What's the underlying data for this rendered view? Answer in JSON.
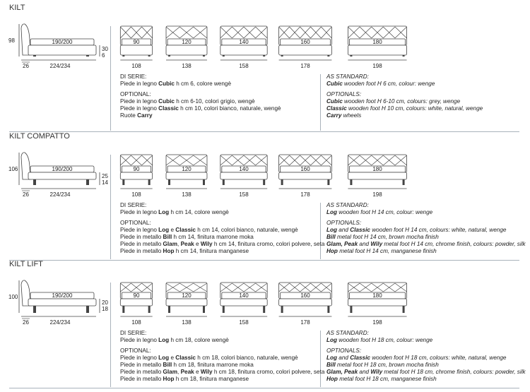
{
  "sections": [
    {
      "title": "KILT",
      "height": "98",
      "mattress": "190/200",
      "headboard_depth": "26",
      "length": "224/234",
      "right_dims": [
        "30",
        "6"
      ],
      "fronts": [
        {
          "mattress": "90",
          "width": "108"
        },
        {
          "mattress": "120",
          "width": "138"
        },
        {
          "mattress": "140",
          "width": "158"
        },
        {
          "mattress": "160",
          "width": "178"
        },
        {
          "mattress": "180",
          "width": "198"
        }
      ],
      "it": [
        [
          {
            "t": "DI SERIE:"
          }
        ],
        [
          {
            "t": "Piede in legno "
          },
          {
            "t": "Cubic",
            "b": true
          },
          {
            "t": " h cm 6, colore wengè"
          }
        ],
        "gap",
        [
          {
            "t": "OPTIONAL:"
          }
        ],
        [
          {
            "t": "Piede in legno "
          },
          {
            "t": "Cubic",
            "b": true
          },
          {
            "t": " h cm 6-10, colori grigio, wengè"
          }
        ],
        [
          {
            "t": "Piede in legno "
          },
          {
            "t": "Classic",
            "b": true
          },
          {
            "t": " h cm 10, colori bianco, naturale, wengè"
          }
        ],
        [
          {
            "t": "Ruote "
          },
          {
            "t": "Carry",
            "b": true
          }
        ]
      ],
      "en": [
        [
          {
            "t": "AS STANDARD:"
          }
        ],
        [
          {
            "t": "Cubic",
            "b": true
          },
          {
            "t": " wooden foot H 6 cm, colour: wenge"
          }
        ],
        "gap",
        [
          {
            "t": "OPTIONALS:"
          }
        ],
        [
          {
            "t": "Cubic",
            "b": true
          },
          {
            "t": " wooden foot H 6-10 cm, colours: grey, wenge"
          }
        ],
        [
          {
            "t": "Classic",
            "b": true
          },
          {
            "t": " wooden foot H 10 cm, colours: white, natural, wenge"
          }
        ],
        [
          {
            "t": "Carry",
            "b": true
          },
          {
            "t": " wheels"
          }
        ]
      ]
    },
    {
      "title": "KILT COMPATTO",
      "height": "106",
      "mattress": "190/200",
      "headboard_depth": "26",
      "length": "224/234",
      "right_dims": [
        "25",
        "14"
      ],
      "fronts": [
        {
          "mattress": "90",
          "width": "108"
        },
        {
          "mattress": "120",
          "width": "138"
        },
        {
          "mattress": "140",
          "width": "158"
        },
        {
          "mattress": "160",
          "width": "178"
        },
        {
          "mattress": "180",
          "width": "198"
        }
      ],
      "it": [
        [
          {
            "t": "DI SERIE:"
          }
        ],
        [
          {
            "t": "Piede in legno "
          },
          {
            "t": "Log",
            "b": true
          },
          {
            "t": " h cm 14, colore wengè"
          }
        ],
        "gap",
        [
          {
            "t": "OPTIONAL:"
          }
        ],
        [
          {
            "t": "Piede in legno "
          },
          {
            "t": "Log",
            "b": true
          },
          {
            "t": " e "
          },
          {
            "t": "Classic",
            "b": true
          },
          {
            "t": " h cm 14, colori bianco, naturale, wengè"
          }
        ],
        [
          {
            "t": "Piede in metallo "
          },
          {
            "t": "Bill",
            "b": true
          },
          {
            "t": " h cm 14, finitura marrone moka"
          }
        ],
        [
          {
            "t": "Piede in metallo "
          },
          {
            "t": "Glam",
            "b": true
          },
          {
            "t": ", "
          },
          {
            "t": "Peak",
            "b": true
          },
          {
            "t": " e "
          },
          {
            "t": "Wily",
            "b": true
          },
          {
            "t": " h cm 14, finitura cromo, colori polvere, seta"
          }
        ],
        [
          {
            "t": "Piede in metallo "
          },
          {
            "t": "Hop",
            "b": true
          },
          {
            "t": " h cm 14, finitura manganese"
          }
        ]
      ],
      "en": [
        [
          {
            "t": "AS STANDARD:"
          }
        ],
        [
          {
            "t": "Log",
            "b": true
          },
          {
            "t": " wooden foot H 14 cm, colour: wenge"
          }
        ],
        "gap",
        [
          {
            "t": "OPTIONALS:"
          }
        ],
        [
          {
            "t": "Log",
            "b": true
          },
          {
            "t": " and "
          },
          {
            "t": "Classic",
            "b": true
          },
          {
            "t": " wooden foot H 14 cm, colours: white, natural, wenge"
          }
        ],
        [
          {
            "t": "Bill",
            "b": true
          },
          {
            "t": " metal foot H 14 cm, brown mocha finish"
          }
        ],
        [
          {
            "t": "Glam, Peak",
            "b": true
          },
          {
            "t": " and "
          },
          {
            "t": "Wily",
            "b": true
          },
          {
            "t": " metal foot H 14 cm, chrome finish, colours: powder, silk"
          }
        ],
        [
          {
            "t": "Hop",
            "b": true
          },
          {
            "t": " metal foot H 14 cm, manganese finish"
          }
        ]
      ]
    },
    {
      "title": "KILT LIFT",
      "height": "100",
      "mattress": "190/200",
      "headboard_depth": "26",
      "length": "224/234",
      "right_dims": [
        "20",
        "18"
      ],
      "fronts": [
        {
          "mattress": "90",
          "width": "108"
        },
        {
          "mattress": "120",
          "width": "138"
        },
        {
          "mattress": "140",
          "width": "158"
        },
        {
          "mattress": "160",
          "width": "178"
        },
        {
          "mattress": "180",
          "width": "198"
        }
      ],
      "it": [
        [
          {
            "t": "DI SERIE:"
          }
        ],
        [
          {
            "t": "Piede in legno "
          },
          {
            "t": "Log",
            "b": true
          },
          {
            "t": " h cm 18, colore wengè"
          }
        ],
        "gap",
        [
          {
            "t": "OPTIONAL:"
          }
        ],
        [
          {
            "t": "Piede in legno "
          },
          {
            "t": "Log",
            "b": true
          },
          {
            "t": " e "
          },
          {
            "t": "Classic",
            "b": true
          },
          {
            "t": " h cm 18, colori bianco, naturale, wengè"
          }
        ],
        [
          {
            "t": "Piede in metallo "
          },
          {
            "t": "Bill",
            "b": true
          },
          {
            "t": " h cm 18, finitura marrone moka"
          }
        ],
        [
          {
            "t": "Piede in metallo "
          },
          {
            "t": "Glam",
            "b": true
          },
          {
            "t": ", "
          },
          {
            "t": "Peak",
            "b": true
          },
          {
            "t": " e "
          },
          {
            "t": "Wily",
            "b": true
          },
          {
            "t": " h cm 18, finitura cromo, colori polvere, seta"
          }
        ],
        [
          {
            "t": "Piede in metallo "
          },
          {
            "t": "Hop",
            "b": true
          },
          {
            "t": " h cm 18, finitura manganese"
          }
        ]
      ],
      "en": [
        [
          {
            "t": "AS STANDARD:"
          }
        ],
        [
          {
            "t": "Log",
            "b": true
          },
          {
            "t": " wooden foot H 18 cm, colour: wenge"
          }
        ],
        "gap",
        [
          {
            "t": "OPTIONALS:"
          }
        ],
        [
          {
            "t": "Log",
            "b": true
          },
          {
            "t": " and "
          },
          {
            "t": "Classic",
            "b": true
          },
          {
            "t": " wooden foot H 18 cm, colours: white, natural, wenge"
          }
        ],
        [
          {
            "t": "Bill",
            "b": true
          },
          {
            "t": " metal foot H 18 cm, brown mocha finish"
          }
        ],
        [
          {
            "t": "Glam, Peak",
            "b": true
          },
          {
            "t": " and "
          },
          {
            "t": "Wily",
            "b": true
          },
          {
            "t": " metal foot H 18 cm, chrome finish, colours: powder, silk"
          }
        ],
        [
          {
            "t": "Hop",
            "b": true
          },
          {
            "t": " metal foot H 18 cm, manganese finish"
          }
        ]
      ]
    }
  ]
}
